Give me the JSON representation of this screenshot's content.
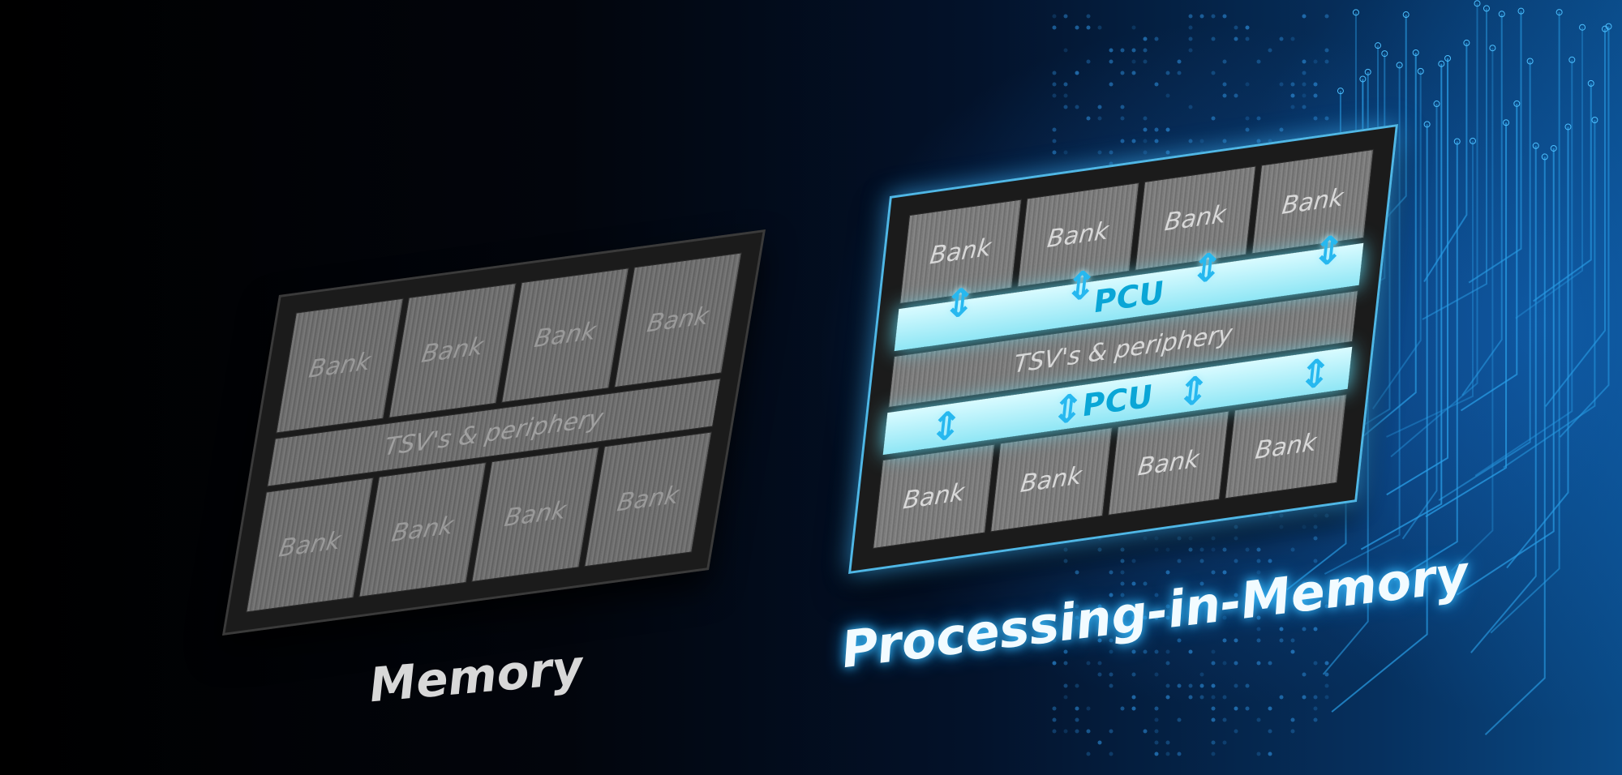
{
  "memory_chip": {
    "title": "Memory",
    "top_banks": [
      "Bank",
      "Bank",
      "Bank",
      "Bank"
    ],
    "periphery": "TSV's & periphery",
    "bottom_banks": [
      "Bank",
      "Bank",
      "Bank",
      "Bank"
    ]
  },
  "pim_chip": {
    "title": "Processing-in-Memory",
    "top_banks": [
      "Bank",
      "Bank",
      "Bank",
      "Bank"
    ],
    "pcu_top": "PCU",
    "periphery": "TSV's & periphery",
    "pcu_bottom": "PCU",
    "bottom_banks": [
      "Bank",
      "Bank",
      "Bank",
      "Bank"
    ]
  },
  "colors": {
    "accent": "#27b8ef",
    "pcu_fill": "#bff4fb",
    "background_blue": "#0a4a86"
  }
}
